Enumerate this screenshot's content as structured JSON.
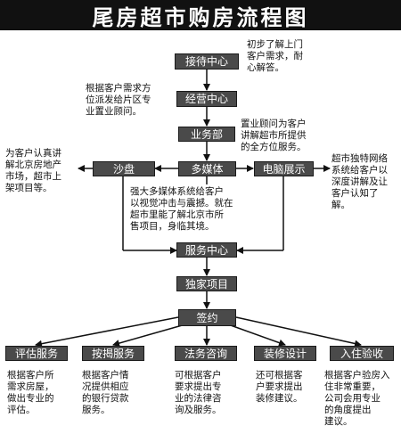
{
  "title": "尾房超市购房流程图",
  "steps": {
    "reception": "接待中心",
    "operations": "经营中心",
    "business": "业务部",
    "sandtable": "沙盘",
    "multimedia": "多媒体",
    "computer": "电脑展示",
    "service": "服务中心",
    "exclusive": "独家项目",
    "signing": "签约"
  },
  "services": {
    "appraisal": "评估服务",
    "mortgage": "按揭服务",
    "legal": "法务咨询",
    "decoration": "装修设计",
    "checkin": "入住验收"
  },
  "notes": {
    "reception": "初步了解上门\n客户需求，耐\n心解答。",
    "operations": "根据客户需求方\n位派发给片区专\n业置业顾问。",
    "business": "置业顾问为客户\n讲解超市所提供\n的全方位服务。",
    "sandtable": "为客户认真讲\n解北京房地产\n市场，超市上\n架项目等。",
    "computer": "超市独特网络\n系统给客户以\n深度讲解及让\n客户认知了\n解。",
    "multimedia": "强大多媒体系统给客户\n以视觉冲击与震撼。就在\n超市里能了解北京市所\n售项目，身临其境。",
    "appraisal": "根据客户所\n需求房屋，\n做出专业的\n评估。",
    "mortgage": "根据客户情\n况提供相应\n的银行贷款\n服务。",
    "legal": "可根据客户\n要求提出专\n业的法律咨\n询及服务。",
    "decoration": "还可根据客\n户要求提出\n装修建议。",
    "checkin": "根据客户验房入\n住非常重要，\n公司会用专业\n的角度提出\n建议。"
  }
}
